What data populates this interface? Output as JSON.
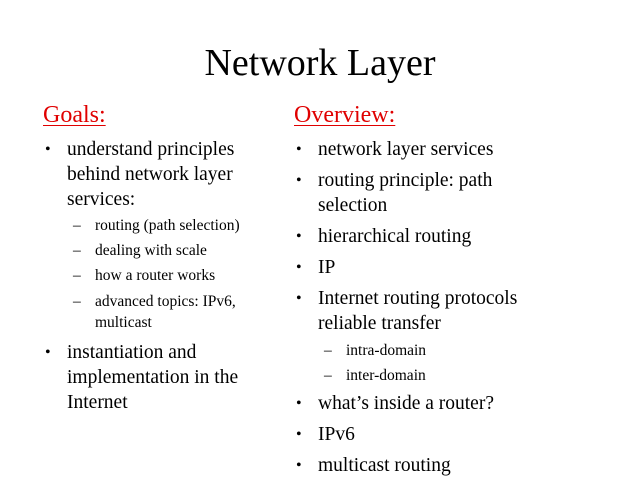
{
  "slide": {
    "title": "Network Layer",
    "left": {
      "heading": "Goals:",
      "items": [
        {
          "bullet": "•",
          "text": "understand principles behind network layer services:",
          "subitems": [
            {
              "dash": "–",
              "text": "routing (path selection)"
            },
            {
              "dash": "–",
              "text": "dealing with scale"
            },
            {
              "dash": "–",
              "text": "how a router works"
            },
            {
              "dash": "–",
              "text": "advanced topics: IPv6, multicast"
            }
          ]
        },
        {
          "bullet": "•",
          "text": "instantiation and implementation in the Internet"
        }
      ]
    },
    "right": {
      "heading": "Overview:",
      "items": [
        {
          "bullet": "•",
          "text": "network layer services"
        },
        {
          "bullet": "•",
          "text": "routing principle: path selection"
        },
        {
          "bullet": "•",
          "text": "hierarchical routing"
        },
        {
          "bullet": "•",
          "text": "IP"
        },
        {
          "bullet": "•",
          "text": "Internet routing protocols reliable transfer",
          "subitems": [
            {
              "dash": "–",
              "text": "intra-domain"
            },
            {
              "dash": "–",
              "text": "inter-domain"
            }
          ]
        },
        {
          "bullet": "•",
          "text": "what’s inside a router?"
        },
        {
          "bullet": "•",
          "text": "IPv6"
        },
        {
          "bullet": "•",
          "text": "multicast routing"
        }
      ]
    },
    "colors": {
      "heading": "#e00000",
      "text": "#000000",
      "background": "#ffffff"
    }
  }
}
